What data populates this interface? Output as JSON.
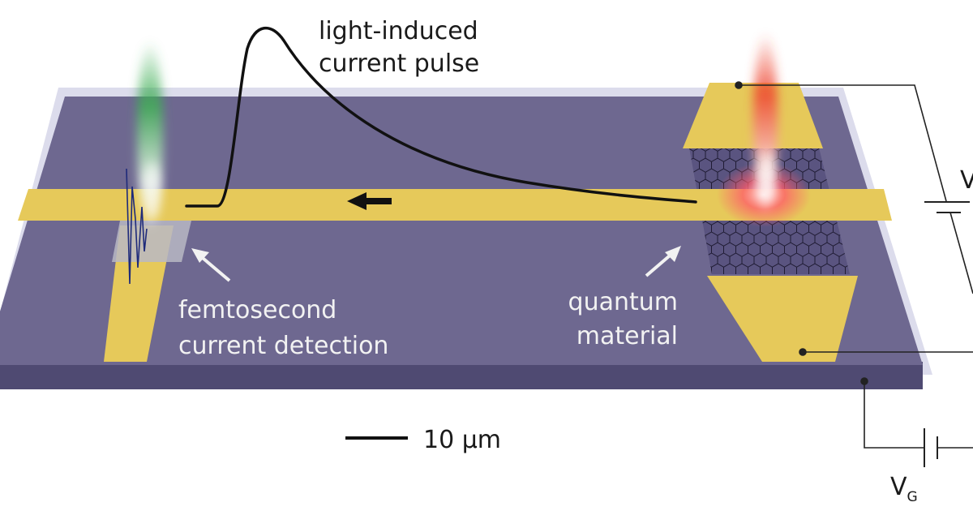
{
  "labels": {
    "pulse_line1": "light-induced",
    "pulse_line2": "current pulse",
    "detection_line1": "femtosecond",
    "detection_line2": "current detection",
    "material_line1": "quantum",
    "material_line2": "material",
    "scale_bar": "10 µm",
    "gate_voltage_main": "V",
    "gate_voltage_sub": "G",
    "source_voltage": "V"
  },
  "colors": {
    "substrate_top": "#6e6890",
    "substrate_side": "#4f4a72",
    "substrate_rim": "#dcdcec",
    "gold": "#e6c95a",
    "wire": "#222222",
    "beam_green": "#3fae55",
    "beam_red": "#ee4530"
  },
  "icons": {
    "direction_arrow": "arrow-left-icon",
    "pointer_detection": "arrow-up-left-icon",
    "pointer_material": "arrow-up-right-icon"
  }
}
